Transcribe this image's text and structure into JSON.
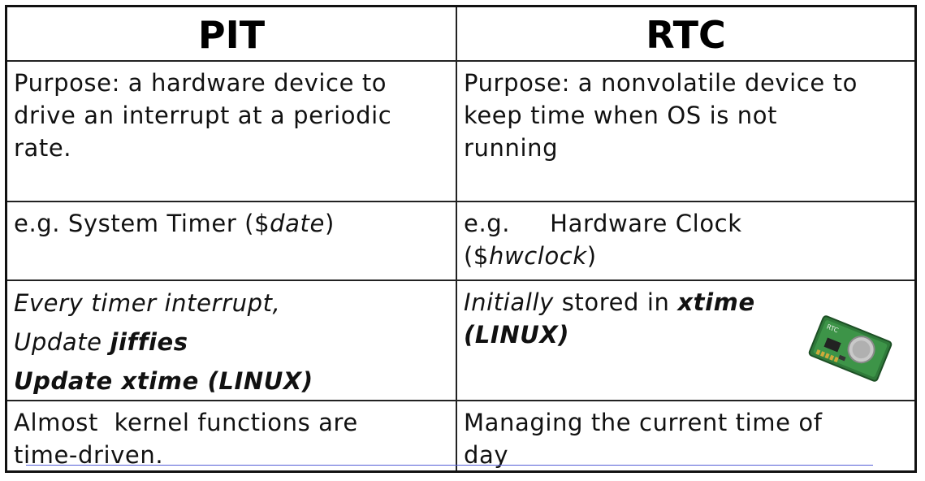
{
  "headers": {
    "left": "PIT",
    "right": "RTC"
  },
  "rows": [
    {
      "left": {
        "lines": [
          "Purpose: a hardware device to",
          "drive an interrupt at a periodic",
          "rate."
        ]
      },
      "right": {
        "lines": [
          "Purpose:  a nonvolatile device to",
          "keep time when OS is not",
          "running"
        ]
      }
    },
    {
      "left": {
        "prefix": "e.g. System Timer ($",
        "italic": "date",
        "suffix": ")"
      },
      "right": {
        "line1": "e.g.     Hardware Clock",
        "prefix": "($",
        "italic": "hwclock",
        "suffix": ")"
      }
    },
    {
      "left": {
        "line1": "Every timer interrupt,",
        "line2_italic": "Update ",
        "line2_bold": "jiffies",
        "line3": "Update xtime (LINUX)"
      },
      "right": {
        "italic": "Initially",
        "normal": " stored in ",
        "bold": "xtime",
        "line2": "(LINUX)",
        "image_text": "RTC"
      }
    },
    {
      "left": {
        "lines": [
          "Almost  kernel functions are",
          "time-driven."
        ]
      },
      "right": {
        "lines": [
          "Managing the current time of",
          "day"
        ]
      }
    }
  ]
}
